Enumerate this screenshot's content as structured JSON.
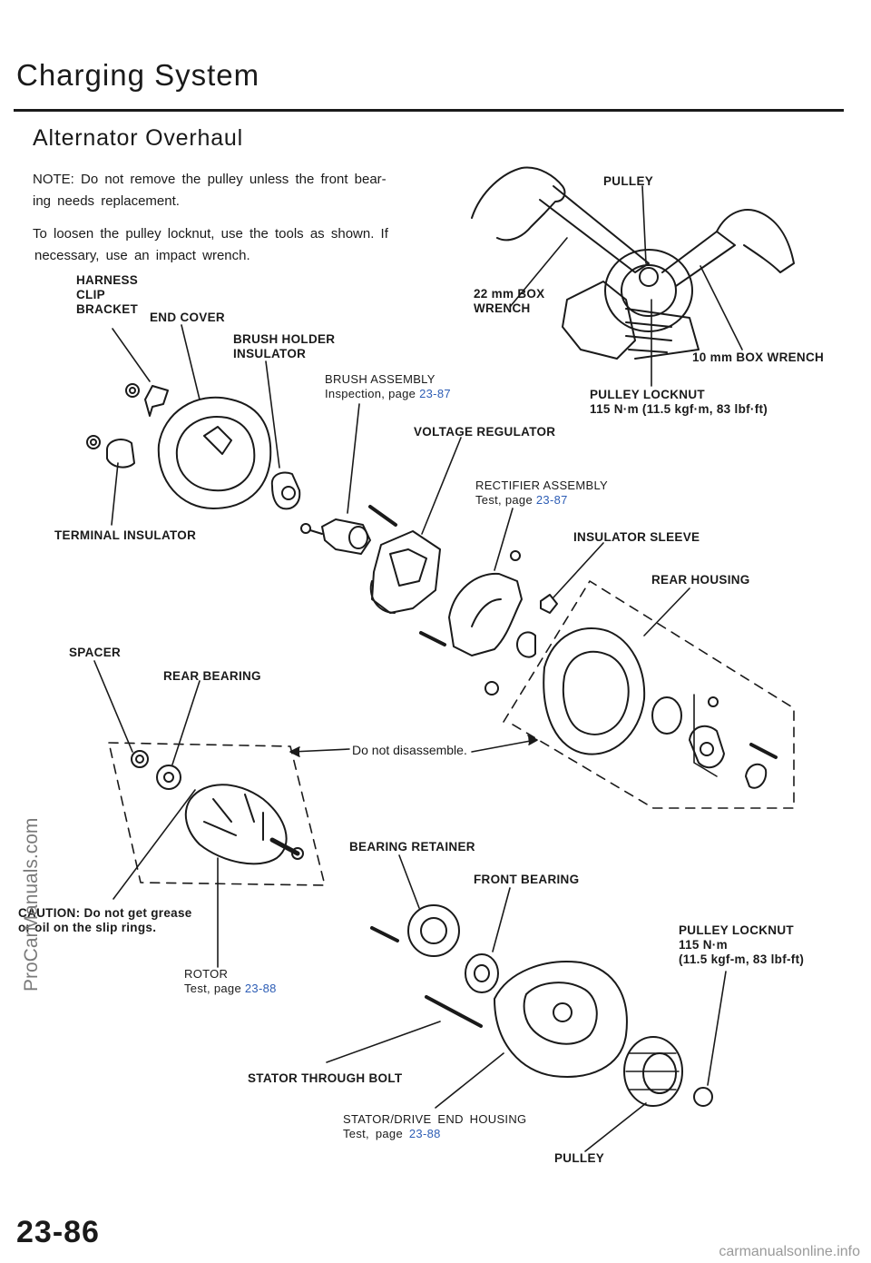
{
  "header": {
    "title": "Charging System",
    "subtitle": "Alternator Overhaul"
  },
  "notes": {
    "note1_line1": "NOTE: Do not remove the pulley unless the front bear-",
    "note1_line2": "ing needs replacement.",
    "note2_line1": "To loosen the pulley locknut, use the tools as shown. If",
    "note2_line2": "necessary, use an impact wrench."
  },
  "labels": {
    "pulley_top": "PULLEY",
    "box_wrench_22": [
      "22 mm BOX",
      "WRENCH"
    ],
    "box_wrench_10": "10 mm BOX WRENCH",
    "pulley_locknut_top": [
      "PULLEY LOCKNUT",
      "115 N·m (11.5 kgf·m, 83 lbf·ft)"
    ],
    "harness_clip_bracket": [
      "HARNESS",
      "CLIP",
      "BRACKET"
    ],
    "end_cover": "END COVER",
    "brush_holder_insulator": [
      "BRUSH HOLDER",
      "INSULATOR"
    ],
    "brush_assembly": "BRUSH ASSEMBLY",
    "brush_assembly_ref_prefix": "Inspection, page ",
    "brush_assembly_ref": "23-87",
    "voltage_regulator": "VOLTAGE REGULATOR",
    "rectifier_assembly": "RECTIFIER ASSEMBLY",
    "rectifier_ref_prefix": "Test, page ",
    "rectifier_ref": "23-87",
    "terminal_insulator": "TERMINAL INSULATOR",
    "insulator_sleeve": "INSULATOR SLEEVE",
    "rear_housing": "REAR HOUSING",
    "spacer": "SPACER",
    "rear_bearing": "REAR BEARING",
    "do_not_disassemble": "Do not disassemble.",
    "bearing_retainer": "BEARING RETAINER",
    "front_bearing": "FRONT BEARING",
    "caution": [
      "CAUTION: Do not get grease",
      "or oil on the slip rings."
    ],
    "pulley_locknut_bottom": [
      "PULLEY LOCKNUT",
      "115 N·m",
      "(11.5 kgf-m, 83 lbf-ft)"
    ],
    "rotor": "ROTOR",
    "rotor_ref_prefix": "Test, page ",
    "rotor_ref": "23-88",
    "stator_through_bolt": "STATOR THROUGH BOLT",
    "stator_drive_end_housing": "STATOR/DRIVE END HOUSING",
    "stator_ref_prefix": "Test, page ",
    "stator_ref": "23-88",
    "pulley_bottom": "PULLEY"
  },
  "footer": {
    "page_number": "23-86",
    "watermark": "ProCarManuals.com",
    "site": "carmanualsonline.info"
  },
  "colors": {
    "text": "#1a1a1a",
    "reference_link": "#2d5db5",
    "watermark": "#7a7a7a"
  }
}
